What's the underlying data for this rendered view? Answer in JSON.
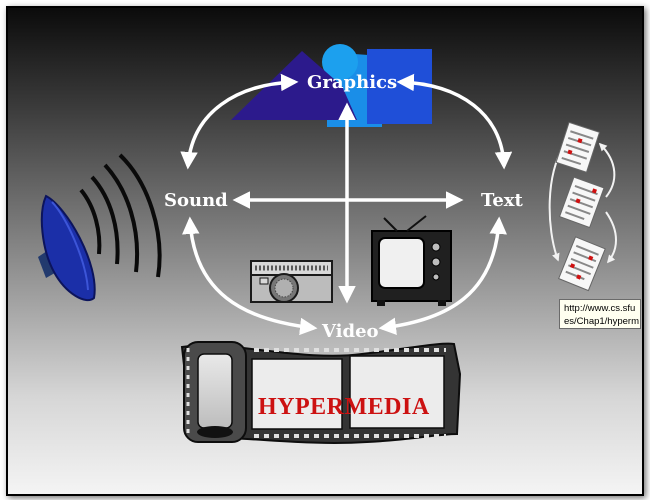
{
  "diagram": {
    "labels": {
      "graphics": "Graphics",
      "sound": "Sound",
      "text": "Text",
      "video": "Video",
      "hypermedia": "HYPERMEDIA"
    },
    "tooltip": {
      "line1": "http://www.cs.sfu",
      "line2": "es/Chap1/hyperm"
    },
    "icons": [
      "speaker-icon",
      "camera-icon",
      "tv-icon",
      "film-strip-icon",
      "documents-icon",
      "graphics-shapes-icon"
    ],
    "colors": {
      "background_top": "#0b0b0b",
      "background_bottom": "#f4f4f4",
      "label": "#ffffff",
      "hypermedia_text": "#cc1111",
      "speaker_blue": "#1b2fa8",
      "shape_navy": "#2c1a8c",
      "shape_blue": "#1f4fd8",
      "shape_cyan": "#1a8ee8"
    }
  }
}
